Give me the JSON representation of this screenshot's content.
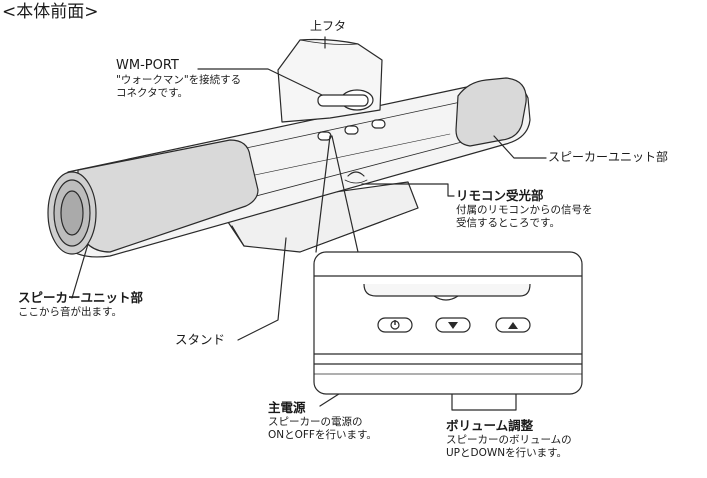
{
  "heading": "<本体前面>",
  "labels": {
    "top_lid": "上フタ",
    "wm_port": {
      "title": "WM-PORT",
      "line1": "\"ウォークマン\"を接続する",
      "line2": "コネクタです。"
    },
    "speaker_right": {
      "title": "スピーカーユニット部"
    },
    "remote_sensor": {
      "title": "リモコン受光部",
      "line1": "付属のリモコンからの信号を",
      "line2": "受信するところです。"
    },
    "speaker_left": {
      "title": "スピーカーユニット部",
      "line1": "ここから音が出ます。"
    },
    "stand": "スタンド",
    "main_power": {
      "title": "主電源",
      "line1": "スピーカーの電源の",
      "line2": "ONとOFFを行います。"
    },
    "volume": {
      "title": "ボリューム調整",
      "line1": "スピーカーのボリュームの",
      "line2": "UPとDOWNを行います。"
    }
  },
  "icons": {
    "power": "power-icon",
    "volume_down": "triangle-down-icon",
    "volume_up": "triangle-up-icon"
  },
  "colors": {
    "line": "#2a2a2a",
    "body": "#f4f4f4",
    "shade": "#d9d9d9"
  }
}
